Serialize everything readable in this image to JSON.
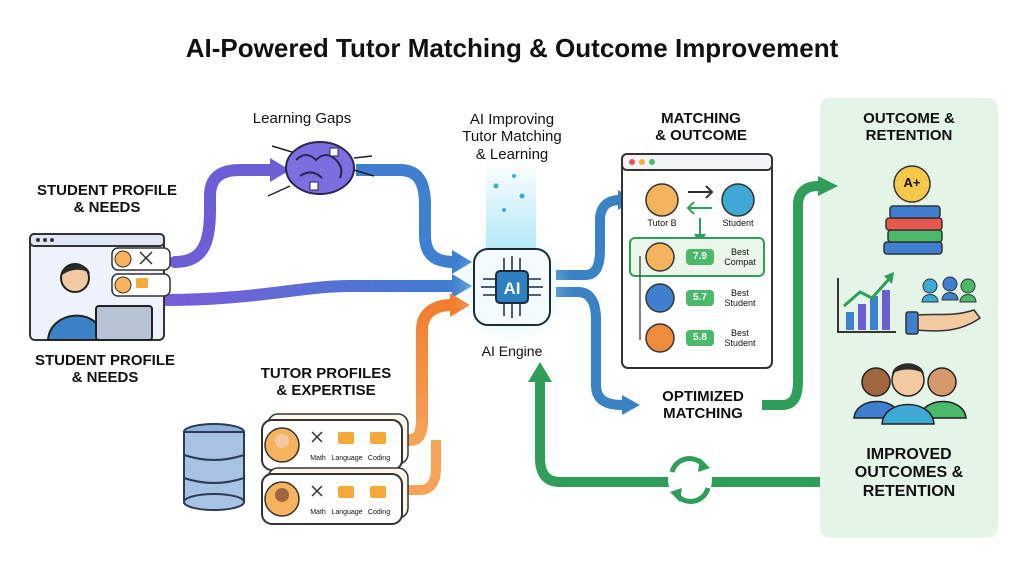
{
  "title": "AI-Powered Tutor Matching & Outcome Improvement",
  "labels": {
    "learning_gaps": "Learning Gaps",
    "student_profile_top": "STUDENT PROFILE\n& NEEDS",
    "student_profile_bottom": "STUDENT PROFILE\n& NEEDS",
    "ai_improving": "AI Improving\nTutor Matching\n& Learning",
    "ai_engine": "AI Engine",
    "ai_chip": "AI",
    "matching_outcome": "MATCHING\n& OUTCOME",
    "tutor_profiles": "TUTOR PROFILES\n& EXPERTISE",
    "optimized_matching": "OPTIMIZED\nMATCHING",
    "outcome_retention": "OUTCOME &\nRETENTION",
    "improved_outcomes": "IMPROVED\nOUTCOMES &\nRETENTION",
    "grade": "A+"
  },
  "match_window": {
    "tutor_label": "Tutor B",
    "student_label": "Student",
    "results": [
      {
        "score": "7.9",
        "label": "Best\nCompat",
        "highlight": true
      },
      {
        "score": "5.7",
        "label": "Best\nStudent",
        "highlight": false
      },
      {
        "score": "5.8",
        "label": "Best\nStudent",
        "highlight": false
      }
    ]
  },
  "tutor_cards": [
    {
      "skills": [
        "Math",
        "Language",
        "Coding"
      ]
    },
    {
      "skills": [
        "Math",
        "Language",
        "Coding"
      ]
    }
  ],
  "colors": {
    "purple": "#6c5fd6",
    "blue": "#3b82c4",
    "orange": "#f08a3c",
    "green": "#2f9e5a",
    "panel": "#e4f4e6",
    "ai_glow": "#7fd8f0"
  }
}
